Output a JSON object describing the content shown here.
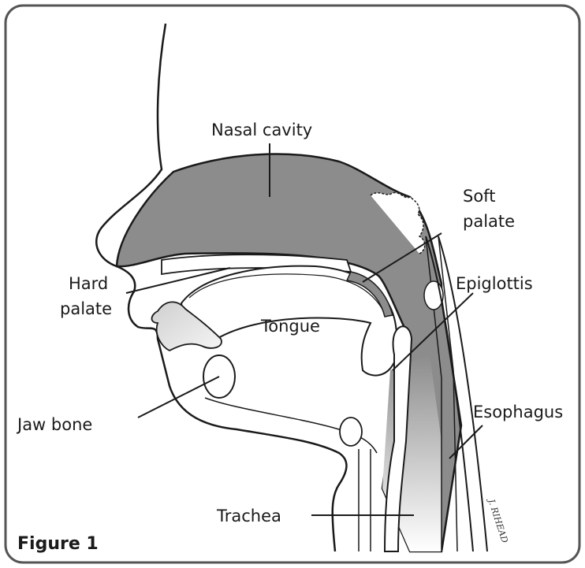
{
  "figure": {
    "caption": "Figure 1",
    "signature": "J. RIHEAD"
  },
  "labels": {
    "nasal_cavity": "Nasal cavity",
    "soft_palate_line1": "Soft",
    "soft_palate_line2": "palate",
    "hard_palate_line1": "Hard",
    "hard_palate_line2": "palate",
    "epiglottis": "Epiglottis",
    "tongue": "Tongue",
    "esophagus": "Esophagus",
    "jaw_bone": "Jaw bone",
    "trachea": "Trachea"
  },
  "colors": {
    "frame": "#555555",
    "cavity_fill": "#8c8c8c",
    "line": "#1a1a1a",
    "tissue_fill": "#d9d9d9"
  }
}
